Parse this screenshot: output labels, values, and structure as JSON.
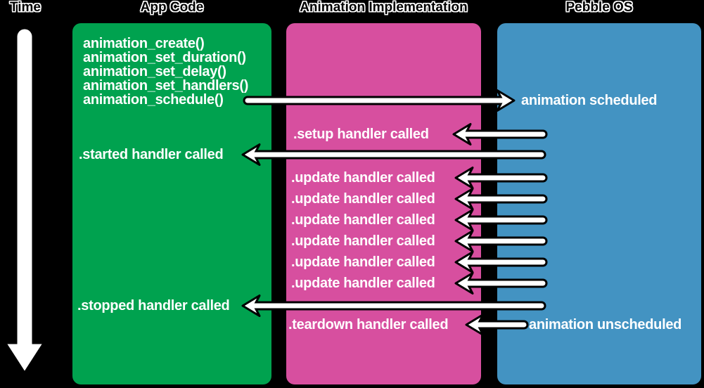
{
  "headers": {
    "time": "Time",
    "app_code": "App Code",
    "animation_implementation": "Animation Implementation",
    "pebble_os": "Pebble OS"
  },
  "colors": {
    "background": "#000000",
    "app_code_box": "#00a24f",
    "animation_impl_box": "#d74f9f",
    "pebble_os_box": "#4393c2",
    "label_text": "#ffffff",
    "arrow_fill": "#ffffff",
    "arrow_outline": "#000000"
  },
  "app_code": {
    "functions": [
      "animation_create()",
      "animation_set_duration()",
      "animation_set_delay()",
      "animation_set_handlers()",
      "animation_schedule()"
    ],
    "started_label": ".started handler called",
    "stopped_label": ".stopped handler called"
  },
  "animation_implementation": {
    "setup_label": ".setup handler called",
    "update_labels": [
      ".update handler called",
      ".update handler called",
      ".update handler called",
      ".update handler called",
      ".update handler called",
      ".update handler called"
    ],
    "teardown_label": ".teardown handler called"
  },
  "pebble_os": {
    "scheduled_label": "animation scheduled",
    "unscheduled_label": "animation unscheduled"
  }
}
